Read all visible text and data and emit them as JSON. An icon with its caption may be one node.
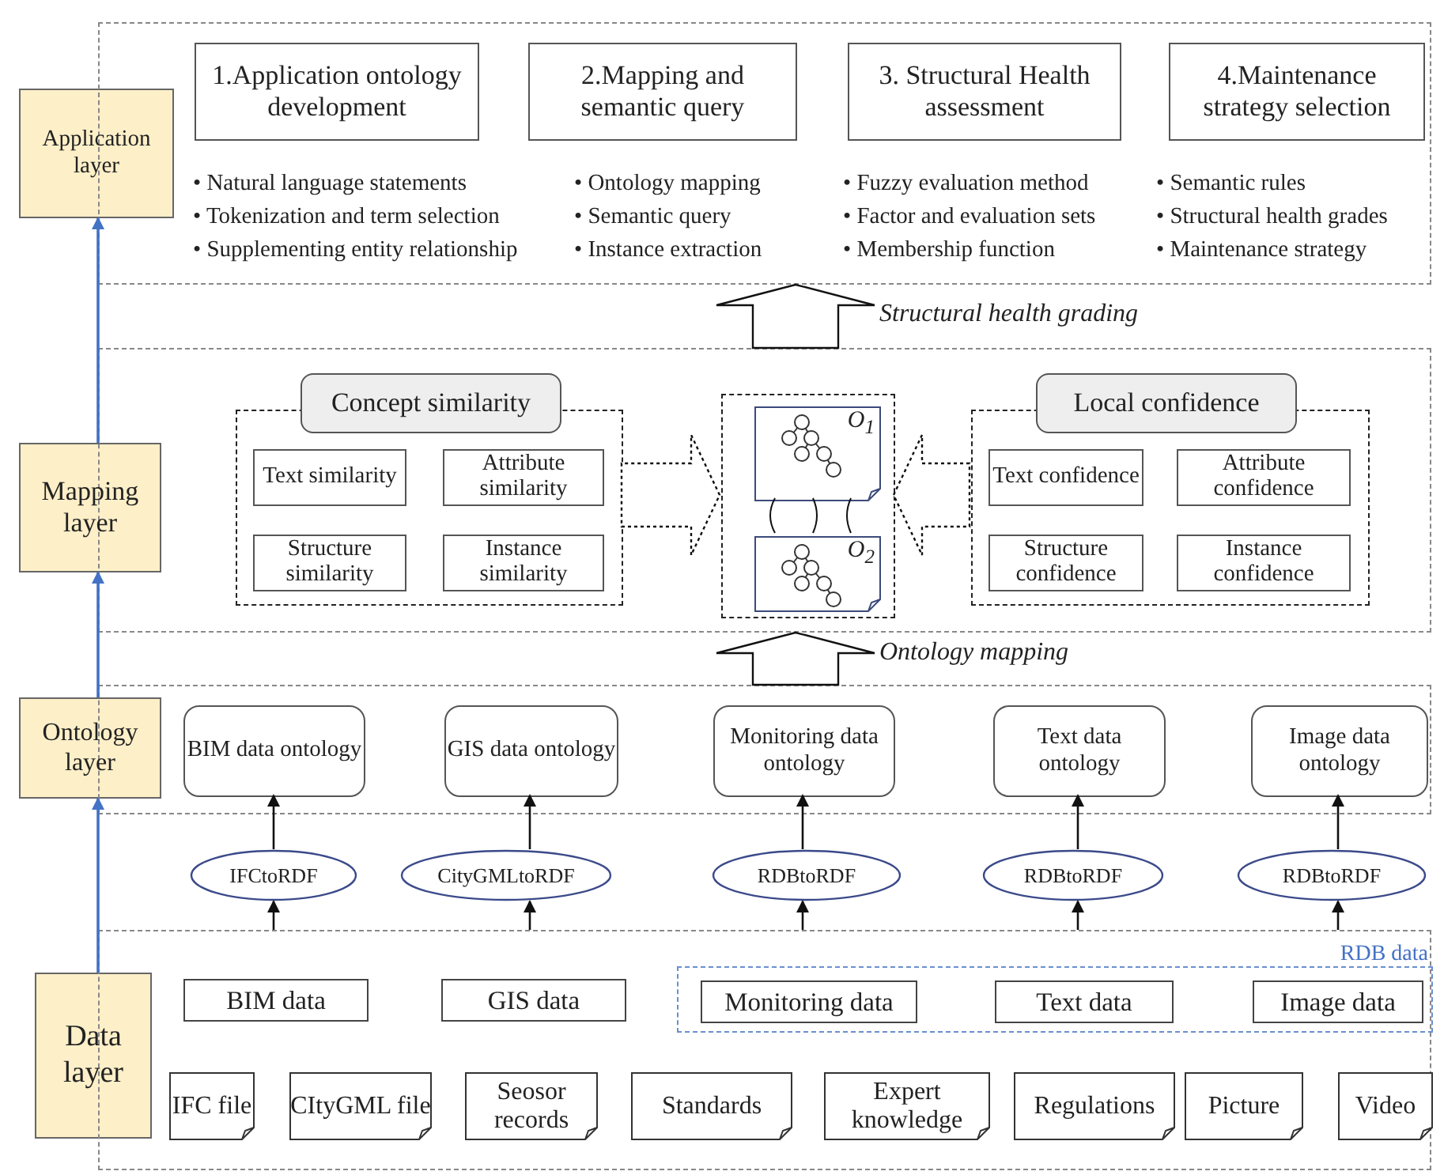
{
  "diagram": {
    "nodes": [
      {
        "text": [
          "Application layer"
        ]
      },
      {
        "text": [
          "Mapping layer"
        ]
      },
      {
        "text": [
          "Ontology layer"
        ]
      },
      {
        "text": [
          "Data layer"
        ]
      },
      {
        "text": [],
        "shape": "box"
      },
      {
        "text": [
          "1.Application ontology development"
        ],
        "in": 4
      },
      {
        "text": [
          "2.Mapping and semantic query"
        ],
        "in": 4
      },
      {
        "text": [
          "3. Structural Health assessment"
        ],
        "in": 4
      },
      {
        "text": [
          "4.Maintenance strategy selection"
        ],
        "in": 4
      },
      {
        "text": [],
        "shape": "box"
      },
      {
        "text": [
          "Concept similarity"
        ],
        "in": 9
      },
      {
        "text": [
          "Text similarity"
        ],
        "in": 10
      },
      {
        "text": [
          "Attribute similarity"
        ],
        "in": 10
      },
      {
        "text": [
          "Structure similarity"
        ],
        "in": 10
      },
      {
        "text": [
          "Instance similarity"
        ],
        "in": 10
      },
      {
        "text": [],
        "shape": "box",
        "in": 9
      },
      {
        "text": [
          "O$_{1}$"
        ],
        "in": 15
      },
      {
        "text": [
          "O$_{2}$"
        ],
        "in": 15
      },
      {
        "text": [
          "Local confidence"
        ],
        "in": 9
      },
      {
        "text": [
          "Text confidence"
        ],
        "in": 18
      },
      {
        "text": [
          "Attribute confidence"
        ],
        "in": 18
      },
      {
        "text": [
          "Structure confidence"
        ],
        "in": 18
      },
      {
        "text": [
          "Instance confidence"
        ],
        "in": 18
      },
      {
        "text": [],
        "shape": "box"
      },
      {
        "text": [
          "BIM data ontology"
        ],
        "in": 23
      },
      {
        "text": [
          "GIS data ontology"
        ],
        "in": 23
      },
      {
        "text": [
          "Monitoring data ontology"
        ],
        "in": 23
      },
      {
        "text": [
          "Text data ontology"
        ],
        "in": 23
      },
      {
        "text": [
          "Image data ontology"
        ],
        "in": 23
      },
      {
        "text": [
          "IFCtoRDF"
        ]
      },
      {
        "text": [
          "CityGMLtoRDF"
        ]
      },
      {
        "text": [
          "RDBtoRDF"
        ]
      },
      {
        "text": [
          "RDBtoRDF"
        ]
      },
      {
        "text": [
          "RDBtoRDF"
        ]
      },
      {
        "text": [],
        "shape": "box"
      },
      {
        "text": [
          "BIM data"
        ],
        "in": 34
      },
      {
        "text": [
          "GIS data"
        ],
        "in": 34
      },
      {
        "text": [
          "RDB data"
        ],
        "in": 34
      },
      {
        "text": [
          "Monitoring data"
        ],
        "in": 37
      },
      {
        "text": [
          "Text data"
        ],
        "in": 37
      },
      {
        "text": [
          "Image data"
        ],
        "in": 37
      },
      {
        "text": [
          "IFC file"
        ],
        "in": 34
      },
      {
        "text": [
          "CItyGML file"
        ],
        "in": 34
      },
      {
        "text": [
          "Seosor records"
        ],
        "in": 34
      },
      {
        "text": [
          "Standards"
        ],
        "in": 34
      },
      {
        "text": [
          "Expert knowledge"
        ],
        "in": 34
      },
      {
        "text": [
          "Regulations"
        ],
        "in": 34
      },
      {
        "text": [
          "Picture"
        ],
        "in": 34
      },
      {
        "text": [
          "Video"
        ],
        "in": 34
      }
    ],
    "edges": [
      {
        "from": 3,
        "to": 2,
        "arrow": "to",
        "color": "#4472c4"
      },
      {
        "from": 2,
        "to": 1,
        "arrow": "to",
        "color": "#4472c4"
      },
      {
        "from": 1,
        "to": 0,
        "arrow": "to",
        "color": "#4472c4"
      },
      {
        "from": 9,
        "to": 4,
        "arrow": "to",
        "label": "Structural health grading"
      },
      {
        "from": 23,
        "to": 9,
        "arrow": "to",
        "label": "Ontology mapping"
      },
      {
        "from": 10,
        "to": 15,
        "arrow": "to",
        "style": "dashed"
      },
      {
        "from": 18,
        "to": 15,
        "arrow": "to",
        "style": "dashed"
      },
      {
        "from": 34,
        "to": 29,
        "arrow": "to"
      },
      {
        "from": 34,
        "to": 30,
        "arrow": "to"
      },
      {
        "from": 34,
        "to": 31,
        "arrow": "to"
      },
      {
        "from": 34,
        "to": 32,
        "arrow": "to"
      },
      {
        "from": 34,
        "to": 33,
        "arrow": "to"
      },
      {
        "from": 29,
        "to": 24,
        "arrow": "to"
      },
      {
        "from": 30,
        "to": 25,
        "arrow": "to"
      },
      {
        "from": 31,
        "to": 26,
        "arrow": "to"
      },
      {
        "from": 32,
        "to": 27,
        "arrow": "to"
      },
      {
        "from": 33,
        "to": 28,
        "arrow": "to"
      },
      {
        "from": 16,
        "to": 17,
        "arrow": "none"
      },
      {
        "from": 16,
        "to": 17,
        "arrow": "none"
      },
      {
        "from": 16,
        "to": 17,
        "arrow": "none"
      }
    ],
    "labels": [
      "• Natural language statements",
      "• Tokenization and term selection",
      "• Supplementing entity relationship",
      "• Ontology mapping",
      "• Semantic query",
      "• Instance extraction",
      "• Fuzzy evaluation method",
      "• Factor and evaluation sets",
      "• Membership function",
      "• Semantic rules",
      "• Structural health grades",
      "• Maintenance strategy"
    ]
  }
}
